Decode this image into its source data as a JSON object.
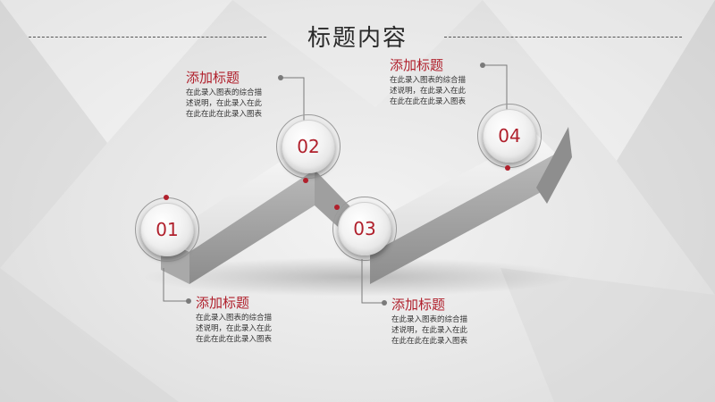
{
  "title": "标题内容",
  "accent_color": "#b0202c",
  "steps": [
    {
      "number": "01",
      "title": "添加标题",
      "desc": [
        "在此录入图表的综合描",
        "述说明，在此录入在此",
        "在此在此在此录入图表"
      ]
    },
    {
      "number": "02",
      "title": "添加标题",
      "desc": [
        "在此录入图表的综合描",
        "述说明，在此录入在此",
        "在此在此在此录入图表"
      ]
    },
    {
      "number": "03",
      "title": "添加标题",
      "desc": [
        "在此录入图表的综合描",
        "述说明，在此录入在此",
        "在此在此在此录入图表"
      ]
    },
    {
      "number": "04",
      "title": "添加标题",
      "desc": [
        "在此录入图表的综合描",
        "述说明，在此录入在此",
        "在此在此在此录入图表"
      ]
    }
  ]
}
